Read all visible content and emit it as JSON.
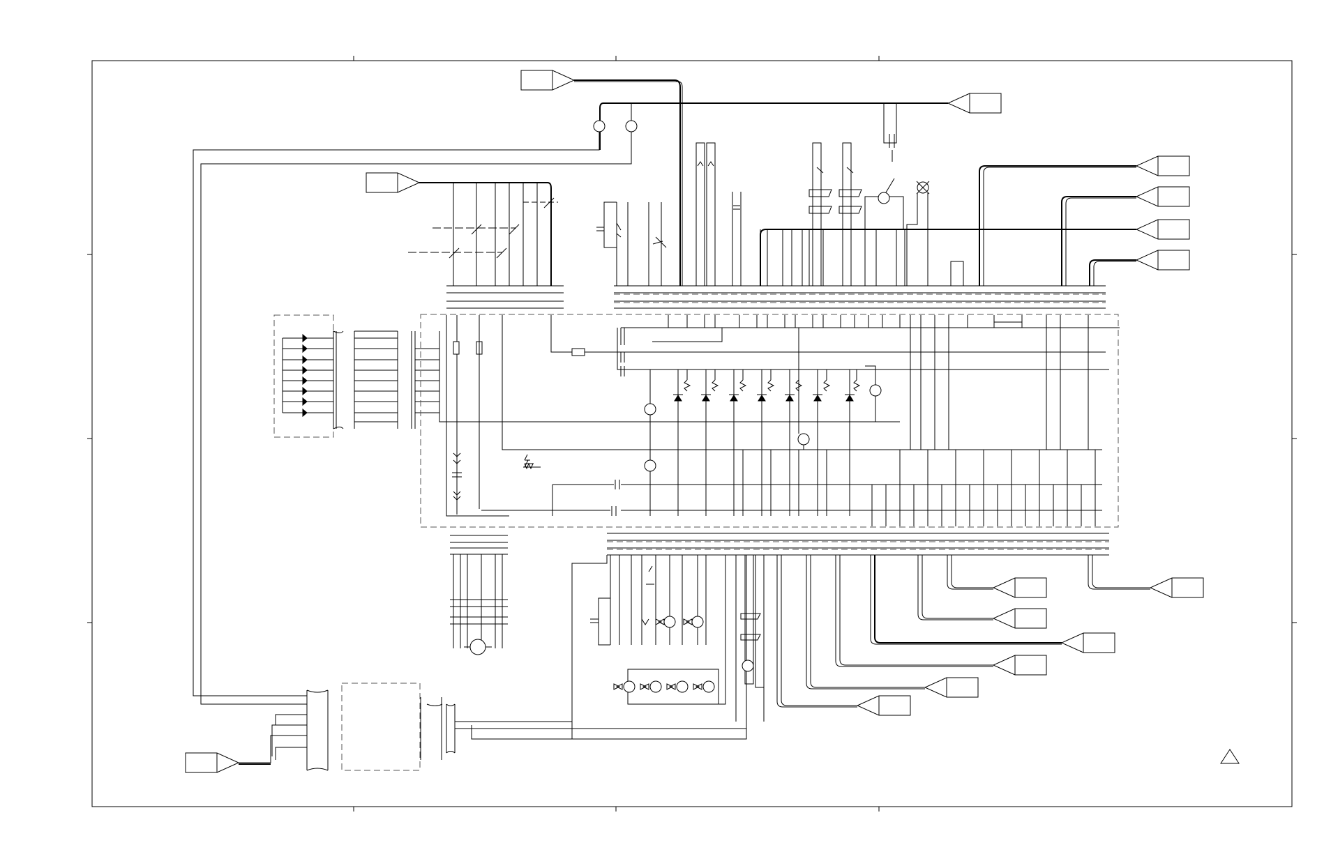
{
  "diagram": {
    "title": "",
    "stroke_color": "#000000",
    "dashed_color": "#555555",
    "background": "#ffffff",
    "connectors": [
      {
        "id": "conn-top-center"
      },
      {
        "id": "conn-top-right"
      },
      {
        "id": "conn-left-upper"
      },
      {
        "id": "conn-right-1"
      },
      {
        "id": "conn-right-2"
      },
      {
        "id": "conn-right-3"
      },
      {
        "id": "conn-right-4"
      },
      {
        "id": "conn-bottom-left"
      },
      {
        "id": "conn-lower-right-1"
      },
      {
        "id": "conn-lower-right-2"
      },
      {
        "id": "conn-lower-right-3"
      },
      {
        "id": "conn-lower-right-4"
      },
      {
        "id": "conn-lower-right-5"
      },
      {
        "id": "conn-lower-right-6"
      },
      {
        "id": "conn-lower-far-right"
      }
    ],
    "symbols": [
      "led-array",
      "diode-row",
      "motor",
      "fan-group",
      "capacitor",
      "lamp",
      "ground",
      "revision-triangle"
    ]
  }
}
